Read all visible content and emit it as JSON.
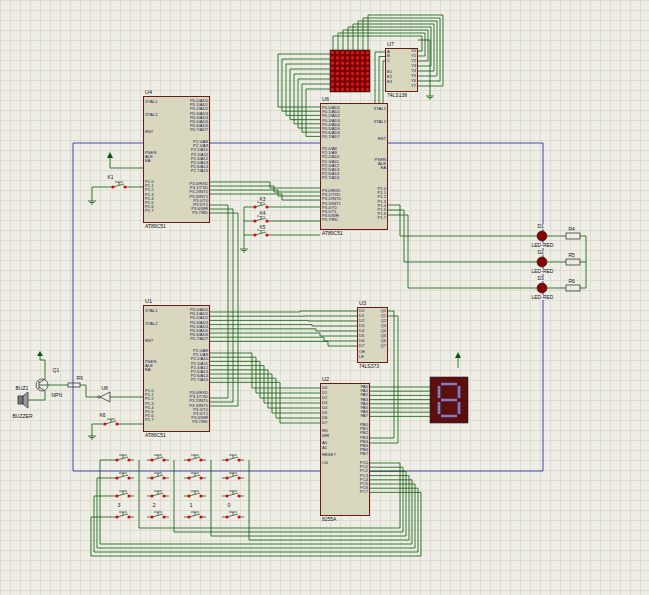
{
  "diagram": {
    "nodes": [
      {
        "text": [
          "U4",
          "AT89C51"
        ]
      },
      {
        "text": [
          "U6",
          "AT89C51"
        ]
      },
      {
        "text": [
          "U1",
          "AT89C51"
        ]
      },
      {
        "text": [
          "U3",
          "74LS373"
        ]
      },
      {
        "text": [
          "U2",
          "8255A"
        ]
      },
      {
        "text": [
          "U7",
          "74LS138"
        ]
      }
    ],
    "edges": [
      {
        "from": 0,
        "to": 1,
        "arrow": "none"
      },
      {
        "from": 2,
        "to": 3,
        "arrow": "none"
      },
      {
        "from": 3,
        "to": 4,
        "arrow": "none"
      },
      {
        "from": 2,
        "to": 4,
        "arrow": "none"
      },
      {
        "from": 1,
        "to": 5,
        "arrow": "none"
      }
    ],
    "labels": [
      "XTAL1",
      "XTAL2",
      "RST",
      "PSEN",
      "ALE",
      "EA",
      "P1.0",
      "P1.1",
      "P1.2",
      "P1.3",
      "P1.4",
      "P1.5",
      "P1.6",
      "P1.7",
      "P0.0/AD0",
      "P0.1/AD1",
      "P0.2/AD2",
      "P0.3/AD3",
      "P0.4/AD4",
      "P0.5/AD5",
      "P0.6/AD6",
      "P0.7/AD7",
      "P2.0/A8",
      "P2.1/A9",
      "P2.2/A10",
      "P2.3/A11",
      "P2.4/A12",
      "P2.5/A13",
      "P2.6/A14",
      "P2.7/A15",
      "P3.0/RXD",
      "P3.1/TXD",
      "P3.2/INT0",
      "P3.3/INT1",
      "P3.4/T0",
      "P3.5/T1",
      "P3.6/WR",
      "P3.7/RD",
      "XTAL1",
      "XTAL2",
      "RST",
      "PSEN",
      "ALE",
      "EA",
      "P1.0",
      "P1.1",
      "P1.2",
      "P1.3",
      "P1.4",
      "P1.5",
      "P1.6",
      "P1.7",
      "P0.0/AD0",
      "P0.1/AD1",
      "P0.2/AD2",
      "P0.3/AD3",
      "P0.4/AD4",
      "P0.5/AD5",
      "P0.6/AD6",
      "P0.7/AD7",
      "P2.0/A8",
      "P2.1/A9",
      "P2.2/A10",
      "P2.3/A11",
      "P2.4/A12",
      "P2.5/A13",
      "P2.6/A14",
      "P2.7/A15",
      "P3.0/RXD",
      "P3.1/TXD",
      "P3.2/INT0",
      "P3.3/INT1",
      "P3.4/T0",
      "P3.5/T1",
      "P3.6/WR",
      "P3.7/RD",
      "XTAL1",
      "XTAL2",
      "RST",
      "PSEN",
      "ALE",
      "EA",
      "P1.0",
      "P1.1",
      "P1.2",
      "P1.3",
      "P1.4",
      "P1.5",
      "P1.6",
      "P1.7",
      "P0.0/AD0",
      "P0.1/AD1",
      "P0.2/AD2",
      "P0.3/AD3",
      "P0.4/AD4",
      "P0.5/AD5",
      "P0.6/AD6",
      "P0.7/AD7",
      "P2.0/A8",
      "P2.1/A9",
      "P2.2/A10",
      "P2.3/A11",
      "P2.4/A12",
      "P2.5/A13",
      "P2.6/A14",
      "P2.7/A15",
      "P3.0/RXD",
      "P3.1/TXD",
      "P3.2/INT0",
      "P3.3/INT1",
      "P3.4/T0",
      "P3.5/T1",
      "P3.6/WR",
      "P3.7/RD",
      "D0",
      "D1",
      "D2",
      "D3",
      "D4",
      "D5",
      "D6",
      "D7",
      "OE",
      "LE",
      "Q0",
      "Q1",
      "Q2",
      "Q3",
      "Q4",
      "Q5",
      "Q6",
      "Q7",
      "D0",
      "D1",
      "D2",
      "D3",
      "D4",
      "D5",
      "D6",
      "D7",
      "RD",
      "WR",
      "A0",
      "A1",
      "RESET",
      "CS",
      "PA0",
      "PA1",
      "PA2",
      "PA3",
      "PA4",
      "PA5",
      "PA6",
      "PA7",
      "PB0",
      "PB1",
      "PB2",
      "PB3",
      "PB4",
      "PB5",
      "PB6",
      "PB7",
      "PC0",
      "PC1",
      "PC2",
      "PC3",
      "PC4",
      "PC5",
      "PC6",
      "PC7",
      "A",
      "B",
      "C",
      "E1",
      "E2",
      "E3",
      "Y0",
      "Y1",
      "Y2",
      "Y3",
      "Y4",
      "Y5",
      "Y6",
      "Y7",
      "K1",
      "K3",
      "K4",
      "K5",
      "K6",
      "Q1",
      "NPN",
      "R9",
      "U8",
      "BUZ1",
      "BUZZER",
      "D1",
      "LED-RED",
      "D2",
      "LED-RED",
      "D3",
      "LED-RED",
      "R4",
      "R5",
      "R6",
      "3",
      "2",
      "1",
      "0"
    ]
  }
}
